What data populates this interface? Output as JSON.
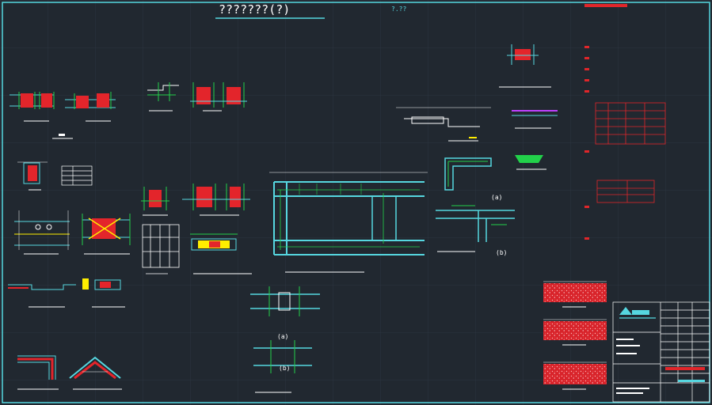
{
  "sheet": {
    "title": "???????(?)",
    "subtitle": "?.??",
    "colors": {
      "background": "#212830",
      "grid": "#2c3540",
      "frame": "#56d7e0",
      "rebar": "#e0262a",
      "stirrup": "#ffee00",
      "green": "#22d14a",
      "concrete": "#55e0f0",
      "dim": "#ffffff",
      "section_fill": "#e3252b"
    },
    "labels": {
      "sec_circle_a": "(a)",
      "sec_circle_b": "(b)",
      "sec_right_a": "(a)",
      "sec_right_b": "(b)"
    }
  }
}
